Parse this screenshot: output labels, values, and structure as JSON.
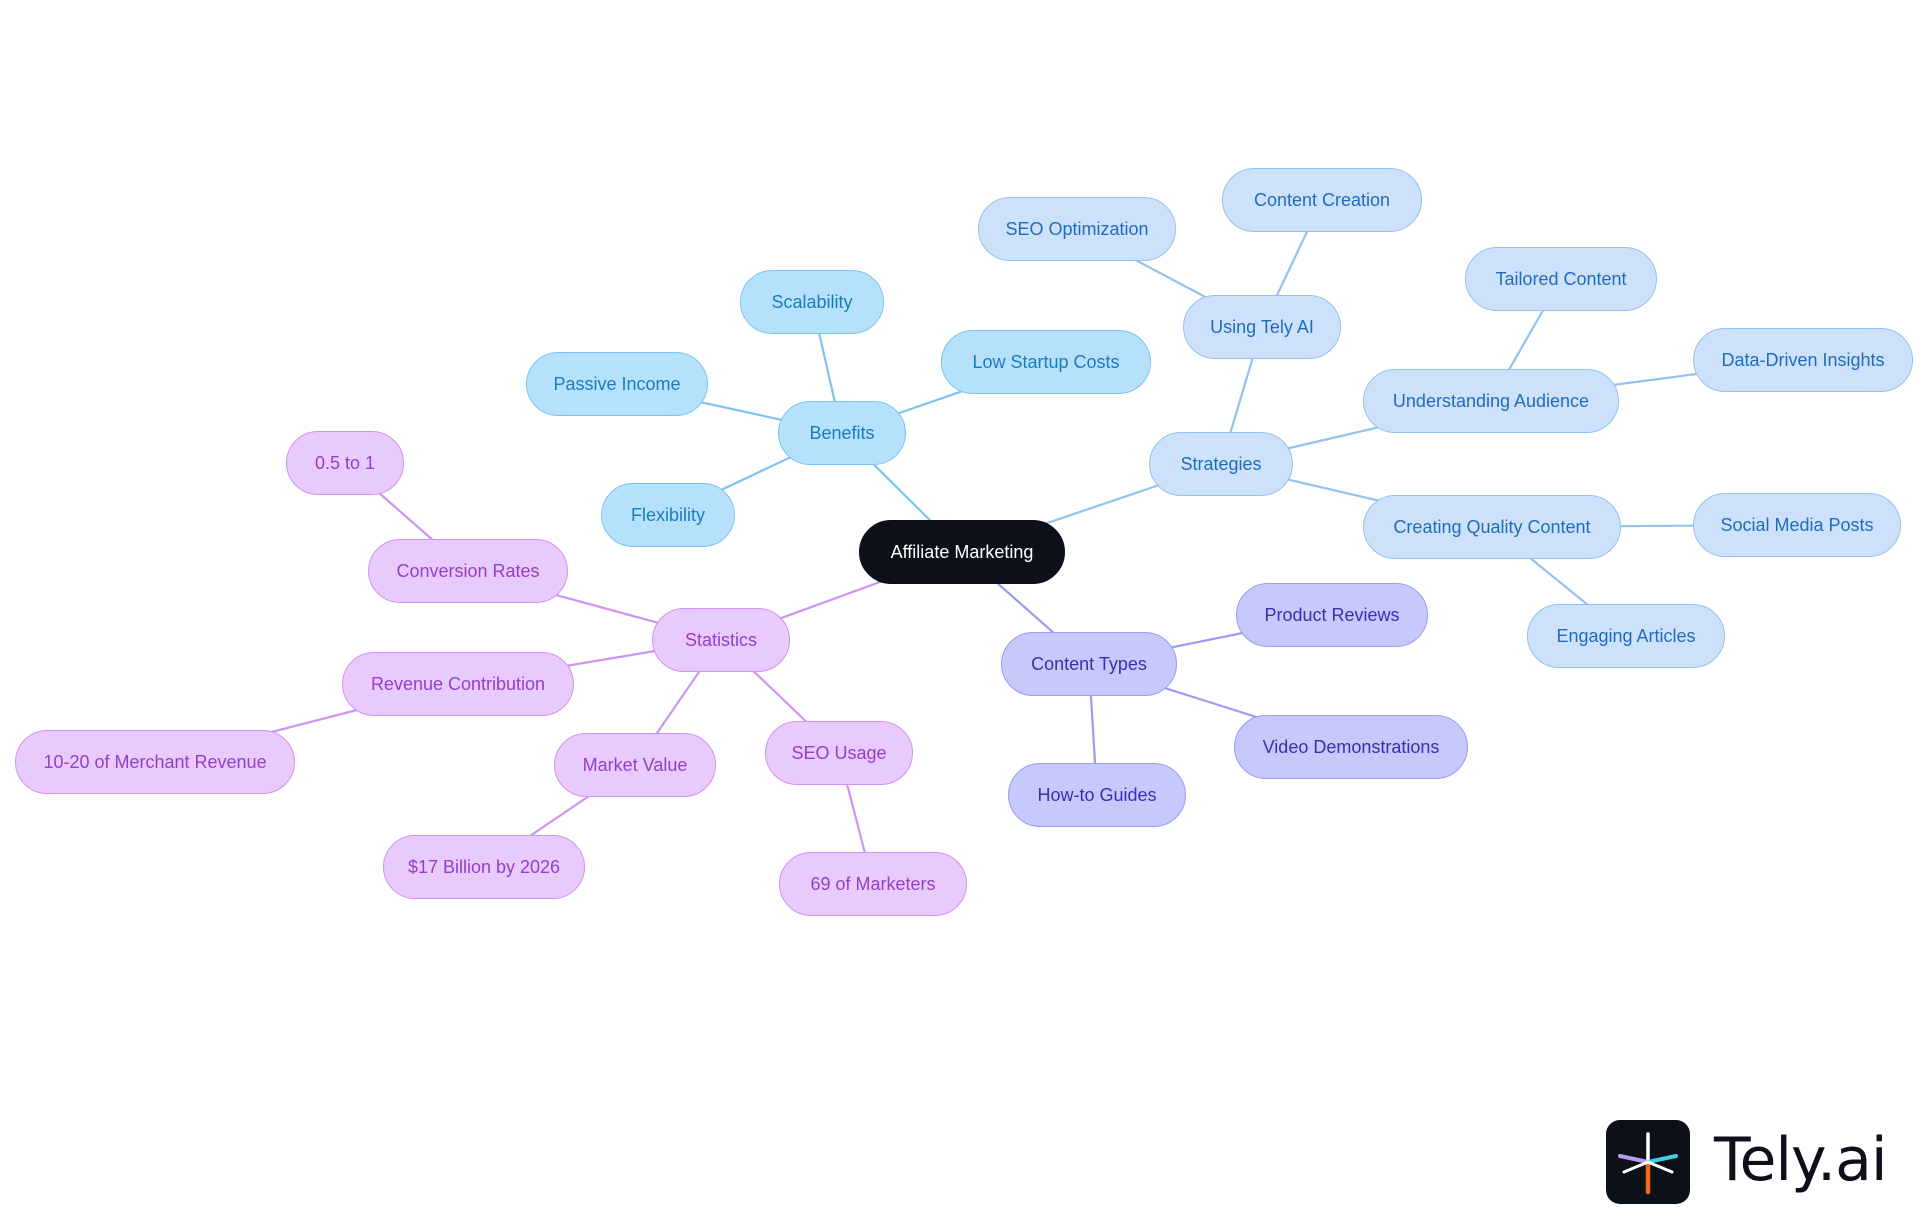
{
  "diagram": {
    "root": "Affiliate Marketing",
    "branches": [
      {
        "label": "Benefits",
        "children": [
          "Scalability",
          "Low Startup Costs",
          "Passive Income",
          "Flexibility"
        ]
      },
      {
        "label": "Strategies",
        "children": [
          {
            "label": "Using Tely AI",
            "children": [
              "SEO Optimization",
              "Content Creation"
            ]
          },
          {
            "label": "Understanding Audience",
            "children": [
              "Tailored Content",
              "Data-Driven Insights"
            ]
          },
          {
            "label": "Creating Quality Content",
            "children": [
              "Social Media Posts",
              "Engaging Articles"
            ]
          }
        ]
      },
      {
        "label": "Content Types",
        "children": [
          "Product Reviews",
          "Video Demonstrations",
          "How-to Guides"
        ]
      },
      {
        "label": "Statistics",
        "children": [
          {
            "label": "Conversion Rates",
            "children": [
              "0.5 to 1"
            ]
          },
          {
            "label": "Revenue Contribution",
            "children": [
              "10-20 of Merchant Revenue"
            ]
          },
          {
            "label": "Market Value",
            "children": [
              "$17 Billion by 2026"
            ]
          },
          {
            "label": "SEO Usage",
            "children": [
              "69 of Marketers"
            ]
          }
        ]
      }
    ]
  },
  "colors": {
    "root": "#0b1019",
    "benefits": "#b6e1fd",
    "strategies": "#cde2fa",
    "content_types": "#c7c8fc",
    "statistics": "#e9cafd"
  },
  "logo": {
    "text": "Tely.ai",
    "icon": "tely-logo-icon"
  }
}
